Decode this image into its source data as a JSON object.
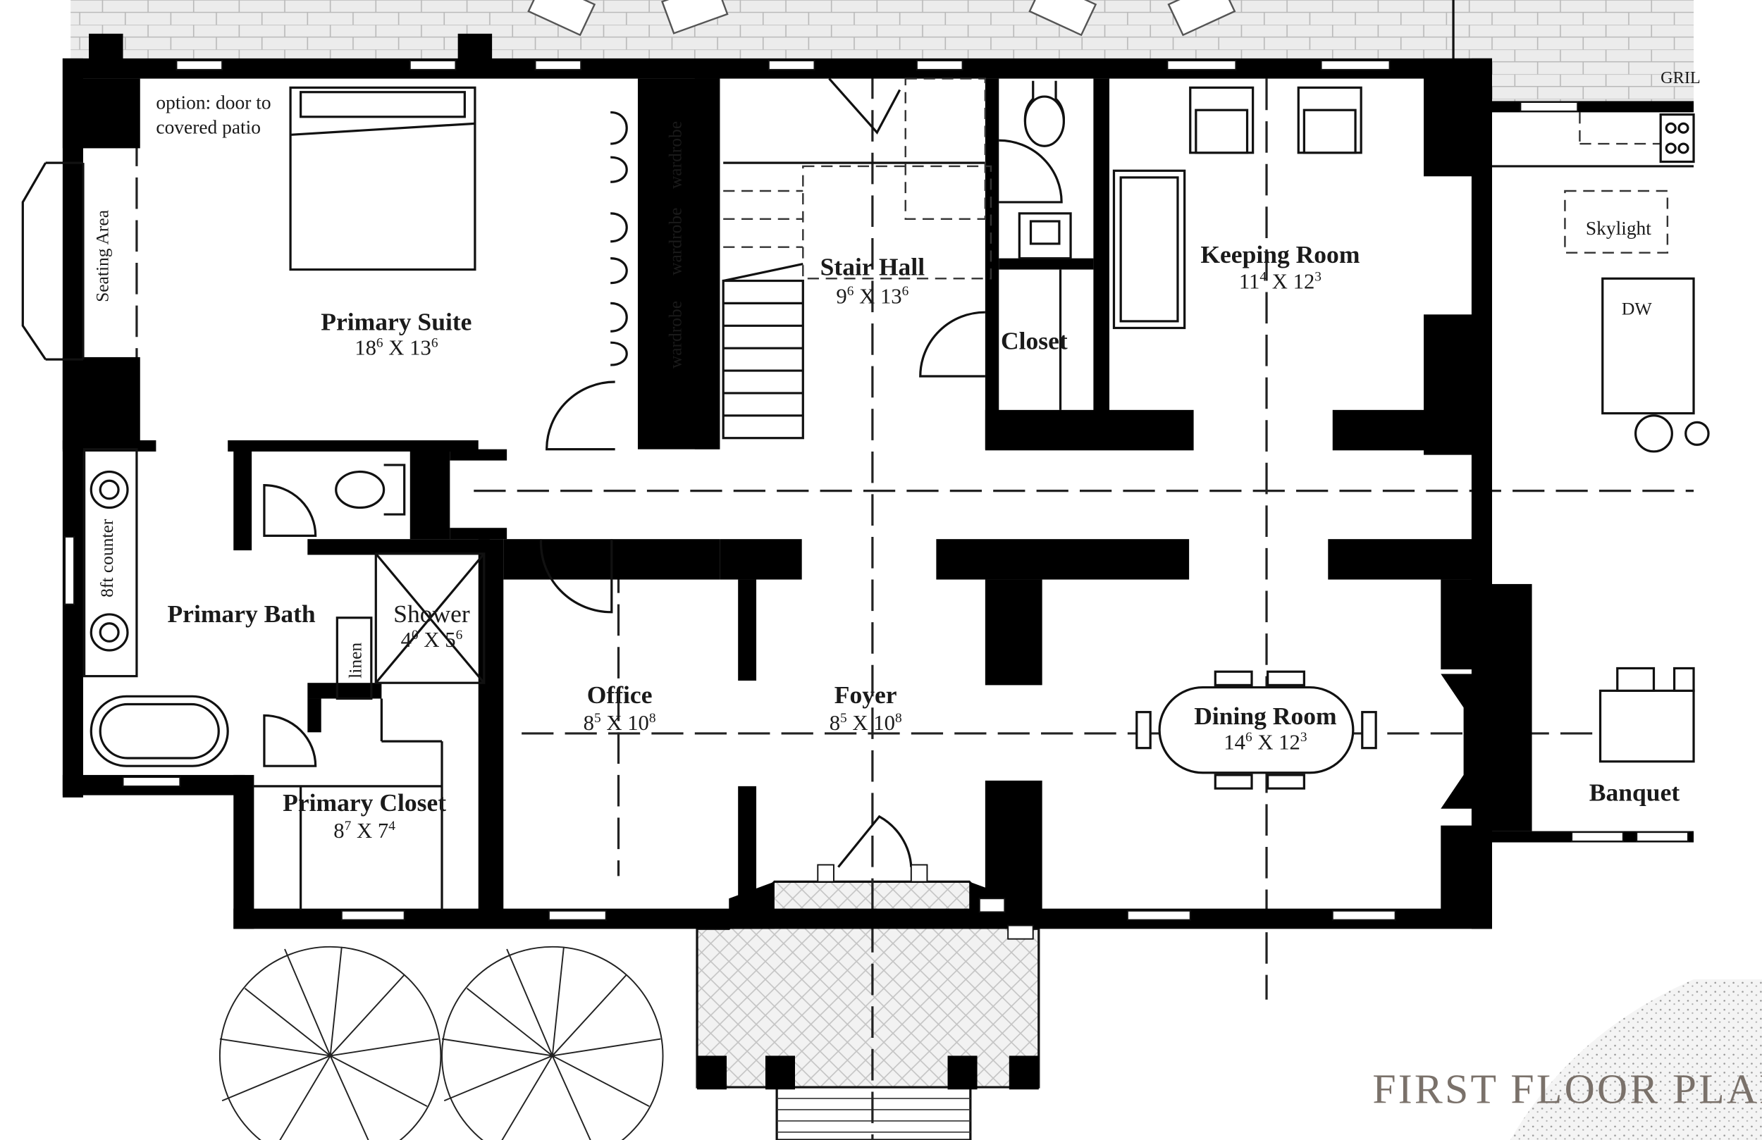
{
  "title": "FIRST FLOOR PLAN",
  "notes": {
    "patio_option_line1": "option: door to",
    "patio_option_line2": "covered patio",
    "grill": "GRIL"
  },
  "labels": {
    "seating_area": "Seating Area",
    "wardrobe": "wardrobe",
    "counter": "8ft counter",
    "linen": "linen",
    "skylight": "Skylight",
    "dw": "DW"
  },
  "rooms": {
    "primary_suite": {
      "name": "Primary Suite",
      "dim_a": "18",
      "dim_a_sup": "6",
      "dim_b": "13",
      "dim_b_sup": "6"
    },
    "stair_hall": {
      "name": "Stair Hall",
      "dim_a": "9",
      "dim_a_sup": "6",
      "dim_b": "13",
      "dim_b_sup": "6"
    },
    "closet": {
      "name": "Closet"
    },
    "keeping_room": {
      "name": "Keeping Room",
      "dim_a": "11",
      "dim_a_sup": "4",
      "dim_b": "12",
      "dim_b_sup": "3"
    },
    "primary_bath": {
      "name": "Primary Bath"
    },
    "shower": {
      "name": "Shower",
      "dim_a": "4",
      "dim_a_sup": "0",
      "dim_b": "5",
      "dim_b_sup": "6"
    },
    "office": {
      "name": "Office",
      "dim_a": "8",
      "dim_a_sup": "5",
      "dim_b": "10",
      "dim_b_sup": "8"
    },
    "foyer": {
      "name": "Foyer",
      "dim_a": "8",
      "dim_a_sup": "5",
      "dim_b": "10",
      "dim_b_sup": "8"
    },
    "dining_room": {
      "name": "Dining Room",
      "dim_a": "14",
      "dim_a_sup": "6",
      "dim_b": "12",
      "dim_b_sup": "3"
    },
    "primary_closet": {
      "name": "Primary Closet",
      "dim_a": "8",
      "dim_a_sup": "7",
      "dim_b": "7",
      "dim_b_sup": "4"
    },
    "banquet": {
      "name": "Banquet"
    }
  }
}
